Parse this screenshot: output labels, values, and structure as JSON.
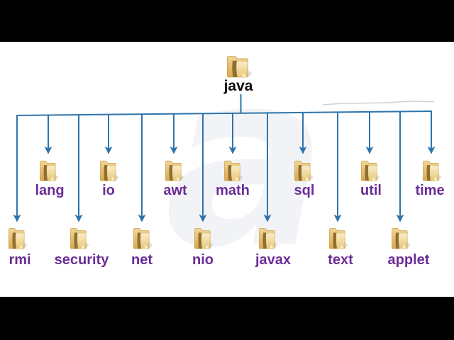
{
  "meta": {
    "canvas_bg": "#ffffff",
    "letterbox": "#000000"
  },
  "colors": {
    "connector": "#2f74ab",
    "connector_shadow": "#c6ccd4",
    "label": "#6a2d96",
    "root_label": "#0d0d0d",
    "folder_back_light": "#efd698",
    "folder_back_dark": "#d9a94b",
    "folder_front_light": "#f8ecc6",
    "folder_front_dark": "#e9c878",
    "folder_outline": "#c99c41",
    "folder_slot": "#8f6e33",
    "folder_shadow": "#c6c6c6"
  },
  "watermark": {
    "glyph": "a"
  },
  "tree": {
    "root": {
      "label": "java"
    },
    "level1": [
      {
        "label": "lang"
      },
      {
        "label": "io"
      },
      {
        "label": "awt"
      },
      {
        "label": "math"
      },
      {
        "label": "sql"
      },
      {
        "label": "util"
      },
      {
        "label": "time"
      }
    ],
    "level2": [
      {
        "label": "rmi"
      },
      {
        "label": "security"
      },
      {
        "label": "net"
      },
      {
        "label": "nio"
      },
      {
        "label": "javax"
      },
      {
        "label": "text"
      },
      {
        "label": "applet"
      }
    ]
  }
}
